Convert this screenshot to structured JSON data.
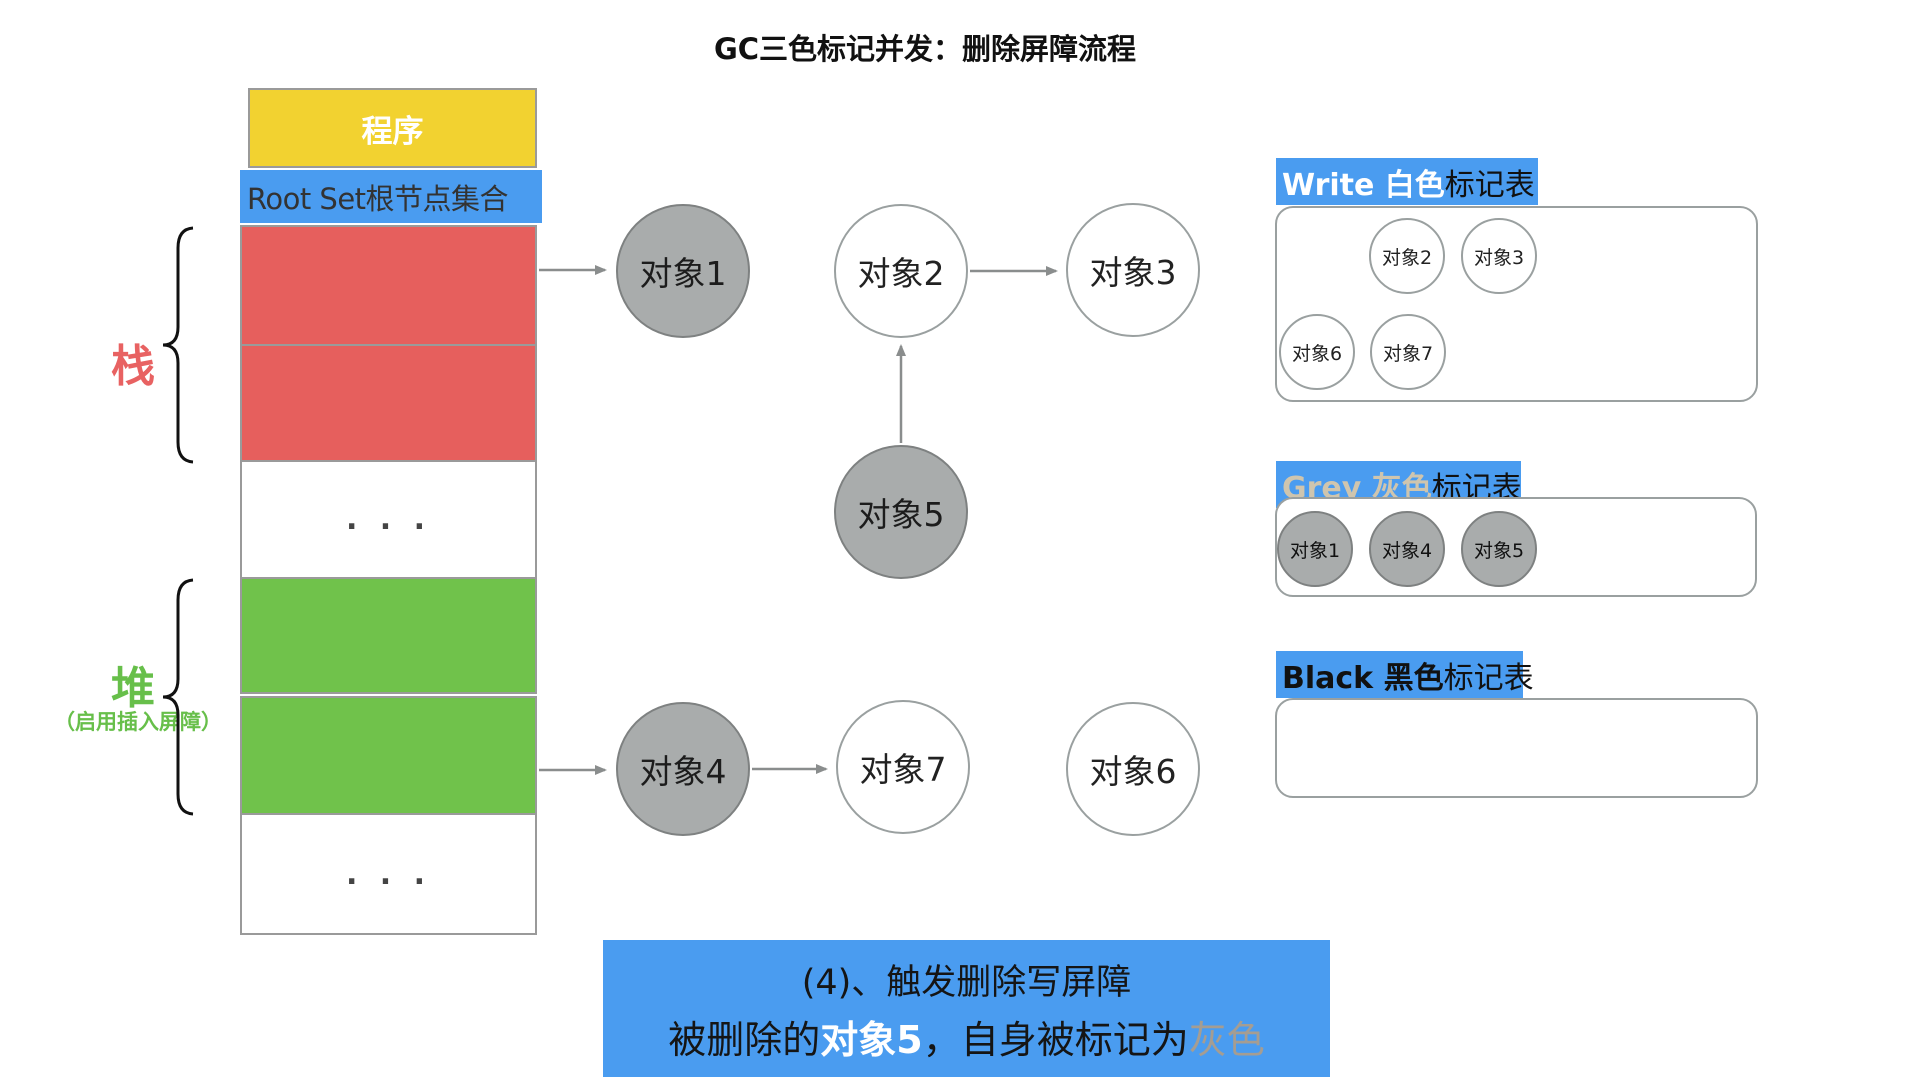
{
  "title": "GC三色标记并发：删除屏障流程",
  "memory_column": {
    "program_label": "程序",
    "root_set_label": "Root Set根节点集合",
    "dots": ". . ."
  },
  "side_labels": {
    "stack": "栈",
    "heap": "堆",
    "heap_note": "（启用插入屏障）"
  },
  "nodes": [
    {
      "label": "对象1",
      "fill": "gray"
    },
    {
      "label": "对象2",
      "fill": "white"
    },
    {
      "label": "对象3",
      "fill": "white"
    },
    {
      "label": "对象5",
      "fill": "gray"
    },
    {
      "label": "对象4",
      "fill": "gray"
    },
    {
      "label": "对象7",
      "fill": "white"
    },
    {
      "label": "对象6",
      "fill": "white"
    }
  ],
  "white_table": {
    "title_highlight": "Write 白色",
    "title_rest": "标记表",
    "items": [
      "对象2",
      "对象3",
      "对象6",
      "对象7"
    ]
  },
  "grey_table": {
    "title_highlight": "Grey 灰色",
    "title_rest": "标记表",
    "items": [
      "对象1",
      "对象4",
      "对象5"
    ]
  },
  "black_table": {
    "title_highlight": "Black 黑色",
    "title_rest": "标记表",
    "items": []
  },
  "caption": {
    "line1": "(4)、触发删除写屏障",
    "line2_prefix": "被删除的",
    "line2_object": "对象5",
    "line2_middle": "，自身被标记为",
    "line2_color_word": "灰色"
  },
  "colors": {
    "accent_blue": "#4a9cf0",
    "stack_red": "#e65f5d",
    "heap_green": "#70c24b",
    "program_yellow": "#f2d230",
    "gray_node_fill": "#a9acac",
    "grey_title_text": "#cfc5ae",
    "caption_gray_word": "#a59d92",
    "stack_label_red": "#e86262",
    "heap_label_green": "#67bf4a"
  }
}
